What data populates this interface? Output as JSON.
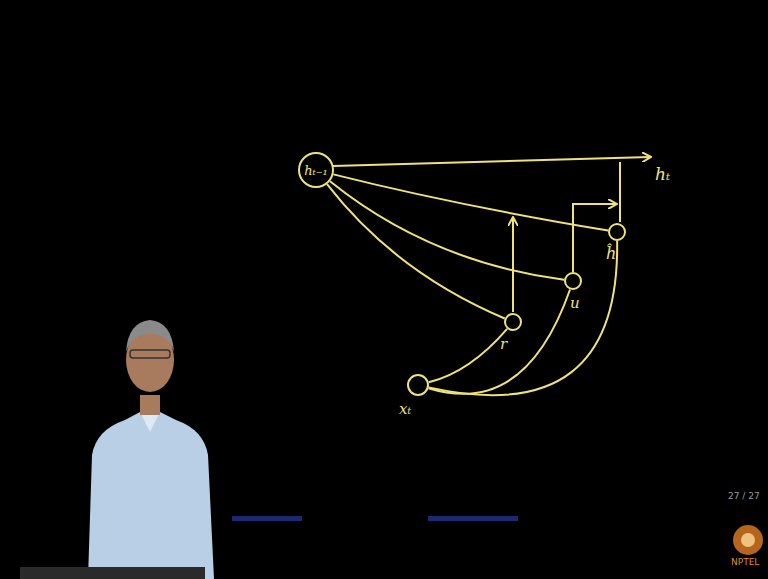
{
  "diagram": {
    "nodes": [
      {
        "text": [
          "hₜ₋₁"
        ]
      },
      {
        "text": [
          "xₜ"
        ]
      },
      {
        "text": [
          "r"
        ]
      },
      {
        "text": [
          "u"
        ]
      },
      {
        "text": [
          "ĥ"
        ]
      }
    ],
    "edges": [
      {
        "from": 0,
        "to": 4,
        "arrow": "none"
      },
      {
        "from": 0,
        "to": 3,
        "arrow": "none"
      },
      {
        "from": 0,
        "to": 2,
        "arrow": "none"
      },
      {
        "from": 1,
        "to": 2,
        "arrow": "none"
      },
      {
        "from": 1,
        "to": 3,
        "arrow": "none"
      },
      {
        "from": 1,
        "to": 4,
        "arrow": "none"
      }
    ],
    "labels": [
      "hₜ",
      "27 / 27",
      "NPTEL"
    ]
  }
}
